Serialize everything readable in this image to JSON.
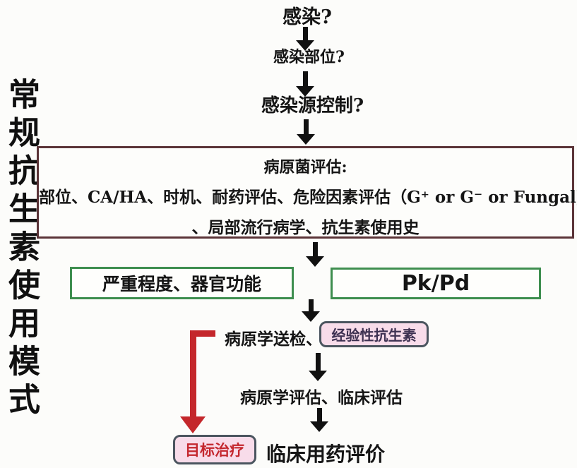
{
  "diagram_title": "常规抗生素使用模式",
  "flow": {
    "q_infection": "感染?",
    "q_site": "感染部位?",
    "q_source_control": "感染源控制?",
    "pathogen_box": {
      "title": "病原菌评估:",
      "line2": "部位、CA/HA、时机、耐药评估、危险因素评估（G⁺ or G⁻ or Fungal)",
      "line3": "、局部流行病学、抗生素使用史"
    },
    "severity_box": "严重程度、器官功能",
    "pkpd_box": "Pk/Pd",
    "sampling_label": "病原学送检、",
    "empiric_box": "经验性抗生素",
    "assessment_label": "病原学评估、临床评估",
    "target_box": "目标治疗",
    "evaluation_label": "临床用药评价"
  },
  "colors": {
    "maroon": "#5b3438",
    "green": "#3e8e4f",
    "pink-bg": "#f8dcea",
    "pink-border": "#4b555f",
    "red": "#c4272b",
    "arrow-black": "#111111",
    "empiric-text": "#3e3152",
    "target-text": "#c4272e"
  }
}
